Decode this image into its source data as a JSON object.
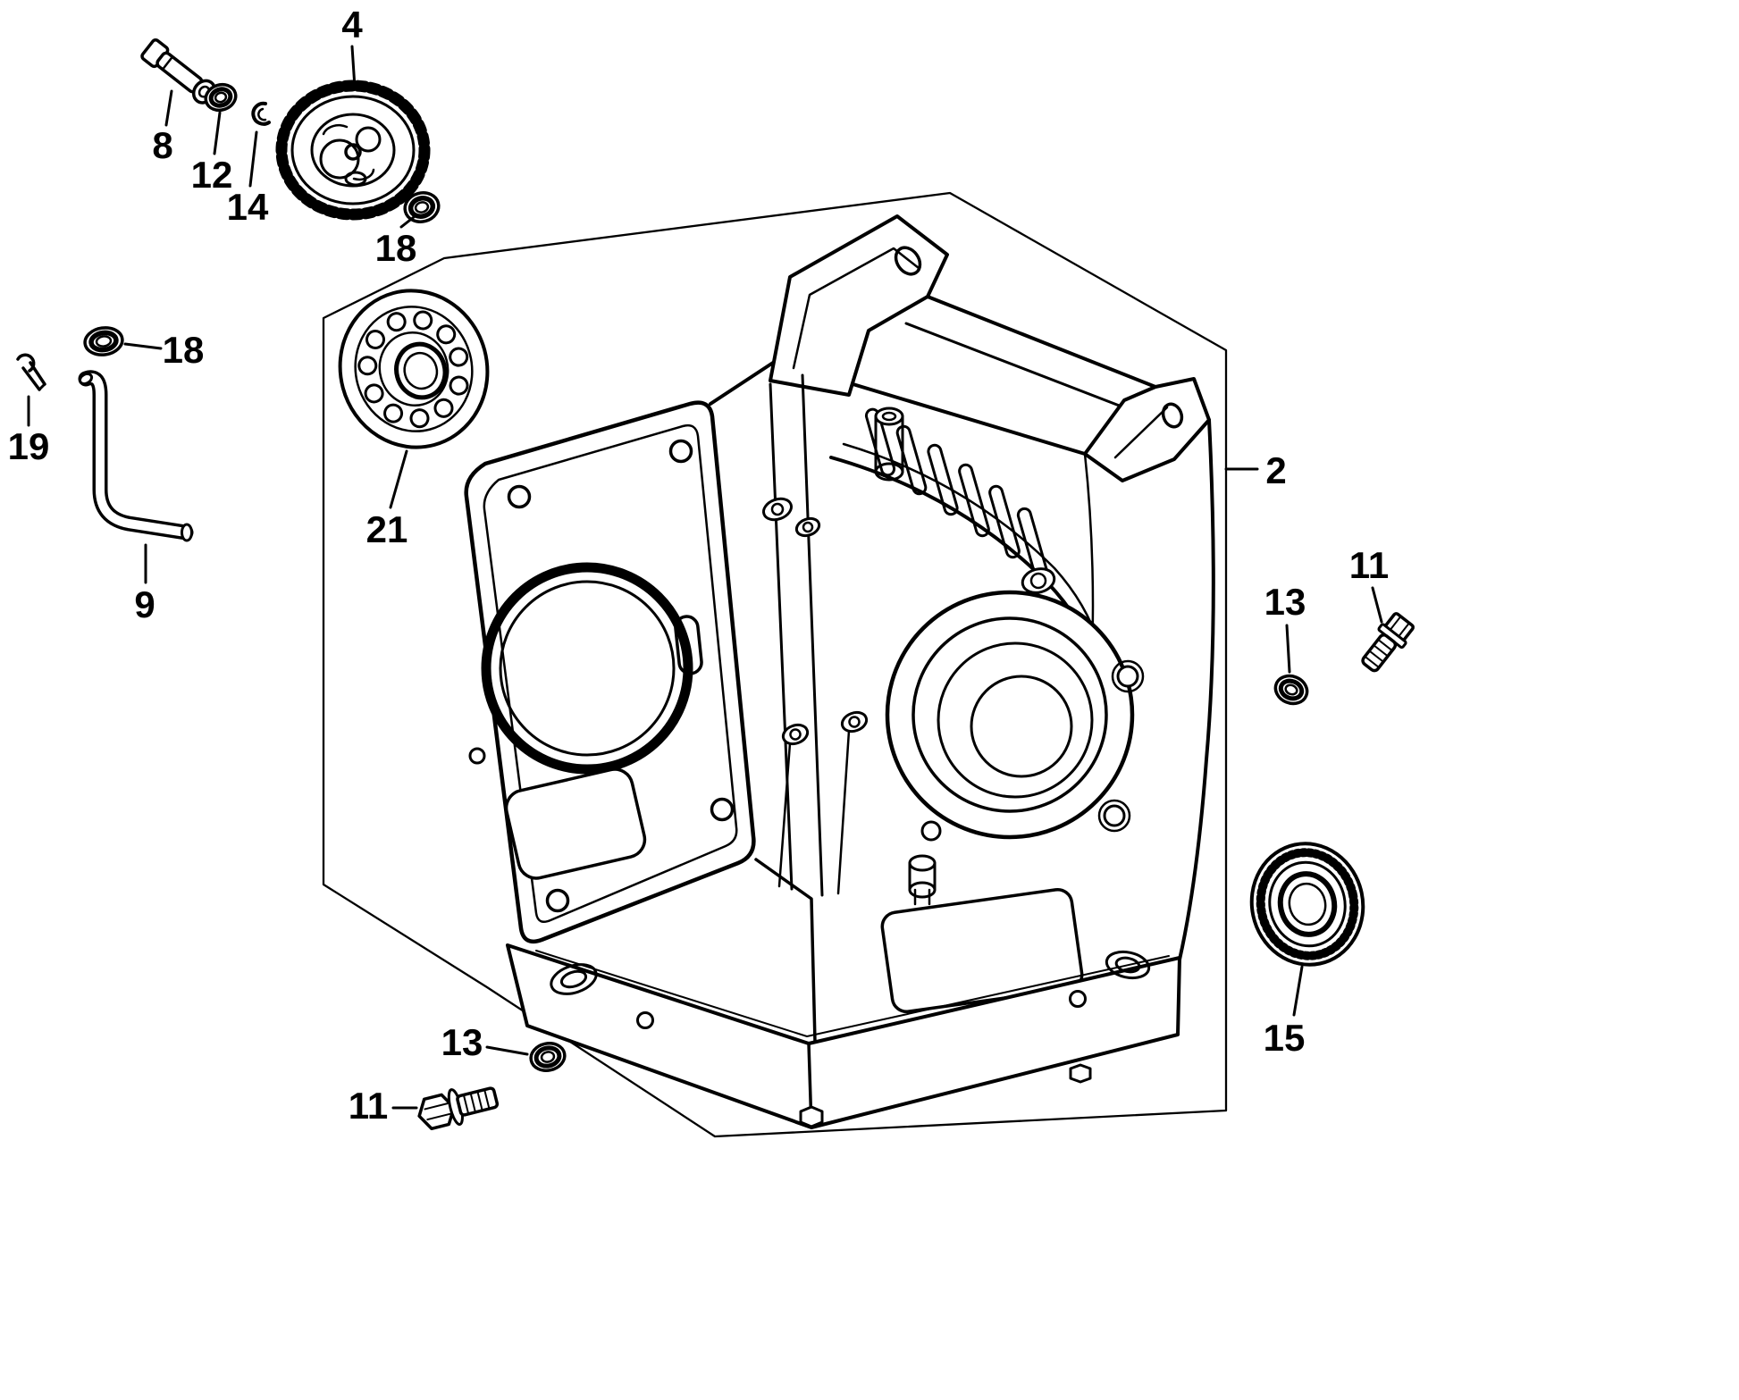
{
  "diagram": {
    "type": "exploded-parts-diagram",
    "callouts": [
      {
        "label": "4",
        "part": "governor-gear-assembly"
      },
      {
        "label": "8",
        "part": "pivot-bolt"
      },
      {
        "label": "12",
        "part": "small-washer"
      },
      {
        "label": "14",
        "part": "retaining-clip"
      },
      {
        "label": "18",
        "part": "washer-at-gear"
      },
      {
        "label": "18",
        "part": "washer-left"
      },
      {
        "label": "19",
        "part": "cotter-pin"
      },
      {
        "label": "9",
        "part": "oil-pipe"
      },
      {
        "label": "21",
        "part": "ball-bearing"
      },
      {
        "label": "2",
        "part": "cylinder-block-assembly"
      },
      {
        "label": "13",
        "part": "sealing-washer-right"
      },
      {
        "label": "11",
        "part": "flange-bolt-right"
      },
      {
        "label": "15",
        "part": "oil-seal"
      },
      {
        "label": "13",
        "part": "sealing-washer-bottom"
      },
      {
        "label": "11",
        "part": "flange-bolt-bottom"
      }
    ]
  }
}
